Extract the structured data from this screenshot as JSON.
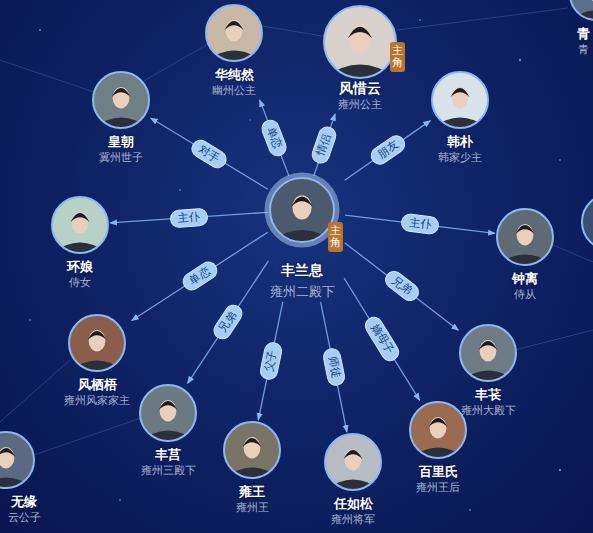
{
  "diagram": {
    "nodes": [
      {
        "text": [
          "华纯然",
          "幽州公主"
        ]
      },
      {
        "text": [
          "主角",
          "风惜云",
          "雍州公主"
        ]
      },
      {
        "text": [
          "青",
          "青"
        ]
      },
      {
        "text": [
          "皇朝",
          "冀州世子"
        ]
      },
      {
        "text": [
          "韩朴",
          "韩家少主"
        ]
      },
      {
        "text": [
          "环娘",
          "侍女"
        ]
      },
      {
        "text": [
          "主角",
          "丰兰息",
          "雍州二殿下"
        ]
      },
      {
        "text": [
          "钟离",
          "侍从"
        ]
      },
      {
        "text": [
          "风栖梧",
          "雍州风家家主"
        ]
      },
      {
        "text": [
          "丰莒",
          "雍州三殿下"
        ]
      },
      {
        "text": [
          "雍王",
          "雍州王"
        ]
      },
      {
        "text": [
          "任如松",
          "雍州将军"
        ]
      },
      {
        "text": [
          "百里氏",
          "雍州王后"
        ]
      },
      {
        "text": [
          "丰苌",
          "雍州大殿下"
        ]
      },
      {
        "text": [
          "无缘",
          "云公子"
        ]
      }
    ],
    "edges": [
      {
        "from": 6,
        "to": 0,
        "arrow": "to",
        "label": "单恋"
      },
      {
        "from": 6,
        "to": 1,
        "arrow": "to",
        "label": "情侣"
      },
      {
        "from": 6,
        "to": 4,
        "arrow": "to",
        "label": "朋友"
      },
      {
        "from": 6,
        "to": 3,
        "arrow": "to",
        "label": "对手"
      },
      {
        "from": 6,
        "to": 5,
        "arrow": "to",
        "label": "主仆"
      },
      {
        "from": 6,
        "to": 7,
        "arrow": "to",
        "label": "主仆"
      },
      {
        "from": 6,
        "to": 8,
        "arrow": "to",
        "label": "单恋"
      },
      {
        "from": 6,
        "to": 9,
        "arrow": "to",
        "label": "兄弟"
      },
      {
        "from": 6,
        "to": 10,
        "arrow": "to",
        "label": "父子"
      },
      {
        "from": 6,
        "to": 11,
        "arrow": "to",
        "label": "师徒"
      },
      {
        "from": 6,
        "to": 12,
        "arrow": "to",
        "label": "嫡母子"
      },
      {
        "from": 6,
        "to": 13,
        "arrow": "to",
        "label": "兄弟"
      }
    ]
  }
}
